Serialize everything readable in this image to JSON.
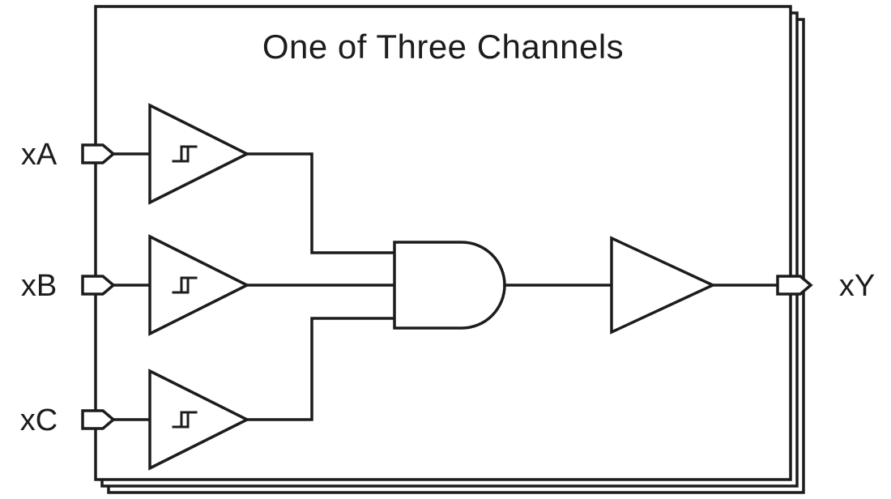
{
  "title": "One of Three Channels",
  "colors": {
    "stroke": "#1c1c1c",
    "background": "#ffffff"
  },
  "inputs": [
    {
      "id": "xA",
      "label": "xA"
    },
    {
      "id": "xB",
      "label": "xB"
    },
    {
      "id": "xC",
      "label": "xC"
    }
  ],
  "output": {
    "id": "xY",
    "label": "xY"
  },
  "components": {
    "input_buffers": "schmitt-trigger-buffer",
    "gate": "and-gate-3-input",
    "output_stage": "buffer",
    "channel_layers": 3
  }
}
